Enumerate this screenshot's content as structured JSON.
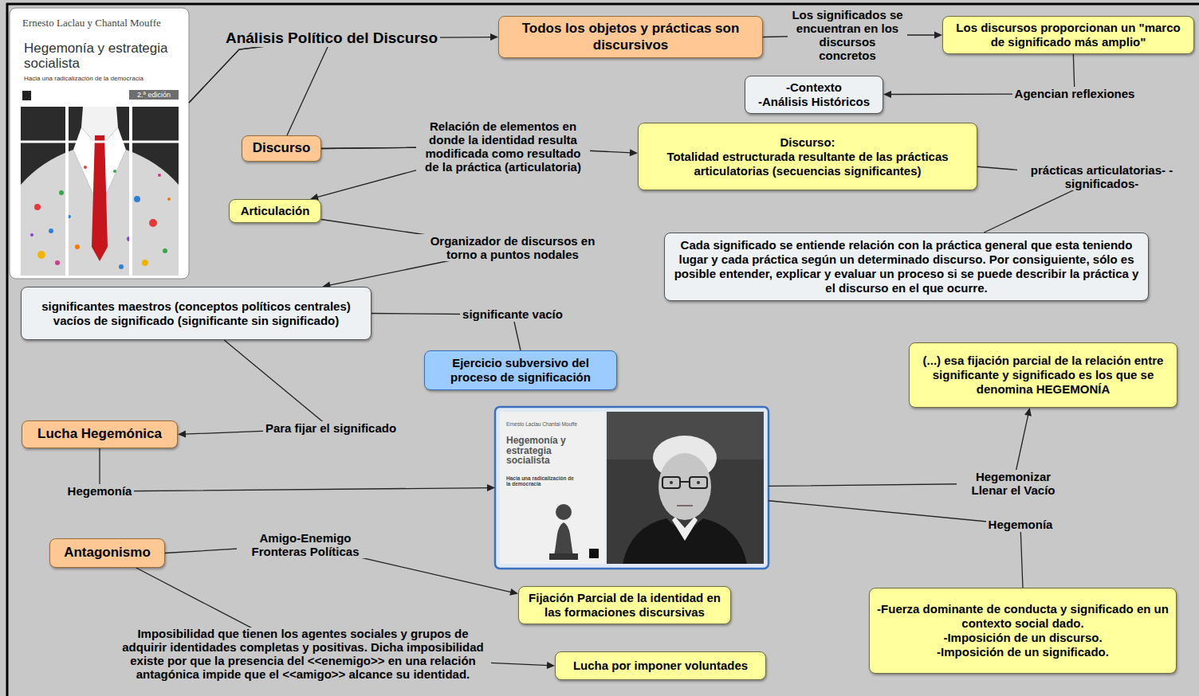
{
  "diagram": {
    "nodes": [
      {
        "text": [
          "Ernesto Laclau y Chantal Mouffe",
          "Hegemonía y estrategia socialista",
          "Hacia una radicalización de la democracia",
          "2.ª edición"
        ]
      },
      {
        "text": [
          "Todos los objetos y prácticas son discursivos"
        ]
      },
      {
        "text": [
          "Los discursos proporcionan un \"marco de significado más amplio\""
        ]
      },
      {
        "text": [
          "-Contexto",
          "-Análisis Históricos"
        ]
      },
      {
        "text": [
          "Discurso"
        ]
      },
      {
        "text": [
          "Discurso:",
          "Totalidad estructurada resultante de las prácticas articulatorias (secuencias significantes)"
        ]
      },
      {
        "text": [
          "Articulación"
        ]
      },
      {
        "text": [
          "Cada significado se entiende relación con la práctica general que esta teniendo lugar y cada práctica según un determinado discurso. Por consiguiente, sólo es posible entender, explicar y evaluar un proceso si se puede describir la práctica y el discurso en el que ocurre."
        ]
      },
      {
        "text": [
          "significantes maestros (conceptos políticos centrales) vacíos de significado (significante sin significado)"
        ]
      },
      {
        "text": [
          "Ejercicio subversivo del proceso de significación"
        ]
      },
      {
        "text": [
          "(...) esa fijación parcial de la relación entre significante y significado es los que se denomina HEGEMONÍA"
        ]
      },
      {
        "text": [
          "Lucha Hegemónica"
        ]
      },
      {
        "text": [
          "Ernesto Laclau Chantal Mouffe",
          "Hegemonía y estrategia socialista",
          "Hacia una radicalización de la democracia"
        ]
      },
      {
        "text": [
          "Antagonismo"
        ]
      },
      {
        "text": [
          "Fijación Parcial de la identidad en las formaciones discursivas"
        ]
      },
      {
        "text": [
          "-Fuerza dominante de conducta y significado en un contexto social dado.",
          "-Imposición de un discurso.",
          "-Imposición de un significado."
        ]
      },
      {
        "text": [
          "Lucha por imponer voluntades"
        ]
      }
    ],
    "edges": [
      {
        "from": 0,
        "to": 1,
        "arrow": "to",
        "label": "Análisis Político del Discurso"
      },
      {
        "from": 0,
        "to": 4,
        "arrow": "none"
      },
      {
        "from": 1,
        "to": 2,
        "arrow": "to",
        "label": "Los significados se encuentran en los discursos concretos"
      },
      {
        "from": 2,
        "to": 3,
        "arrow": "to",
        "label": "Agencian reflexiones"
      },
      {
        "from": 4,
        "to": 5,
        "arrow": "to",
        "label": "Relación de elementos en donde la identidad resulta modificada como resultado de la práctica (articulatoria)"
      },
      {
        "from": 4,
        "to": 6,
        "arrow": "to"
      },
      {
        "from": 5,
        "to": 7,
        "arrow": "none",
        "label": "prácticas articulatorias- -significados-"
      },
      {
        "from": 6,
        "to": 8,
        "arrow": "to",
        "label": "Organizador de discursos en torno a puntos nodales"
      },
      {
        "from": 8,
        "to": 9,
        "arrow": "none",
        "label": "significante vacío"
      },
      {
        "from": 8,
        "to": 11,
        "arrow": "to",
        "label": "Para fijar el significado"
      },
      {
        "from": 11,
        "to": 12,
        "arrow": "to",
        "label": "Hegemonía"
      },
      {
        "from": 12,
        "to": 10,
        "arrow": "to",
        "label": "Hegemonizar Llenar el Vacío"
      },
      {
        "from": 12,
        "to": 15,
        "arrow": "none",
        "label": "Hegemonía"
      },
      {
        "from": 13,
        "to": 14,
        "arrow": "to",
        "label": "Amigo-Enemigo Fronteras Políticas"
      },
      {
        "from": 13,
        "to": 16,
        "arrow": "to",
        "label": "Imposibilidad que tienen los agentes sociales y grupos de adquirir identidades completas y positivas. Dicha imposibilidad existe por que la presencia del <<enemigo>> en una relación antagónica impide que el <<amigo>> alcance su identidad."
      }
    ]
  }
}
